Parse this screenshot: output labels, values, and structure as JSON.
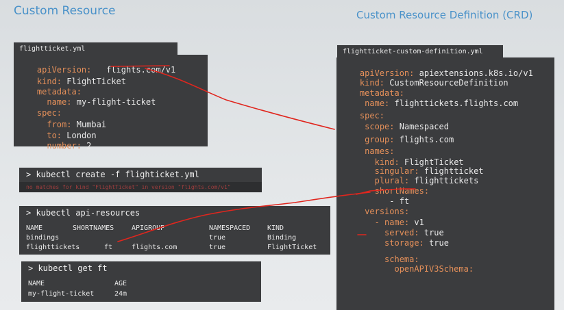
{
  "headings": {
    "custom_resource": "Custom Resource",
    "crd": "Custom Resource Definition (CRD)"
  },
  "flightticket_yml": {
    "filename": "flightticket.yml",
    "lines": [
      {
        "key": "apiVersion:",
        "value": "flights.com/v1"
      },
      {
        "key": "kind:",
        "value": "FlightTicket"
      },
      {
        "key": "metadata:",
        "value": ""
      },
      {
        "key": "name:",
        "value": "my-flight-ticket"
      },
      {
        "key": "spec:",
        "value": ""
      },
      {
        "key": "from:",
        "value": "Mumbai"
      },
      {
        "key": "to:",
        "value": "London"
      },
      {
        "key": "number:",
        "value": "2"
      }
    ]
  },
  "create_cmd": {
    "command": "> kubectl create -f flighticket.yml",
    "error": "no matches for kind \"FlightTicket\" in version \"flights.com/v1\""
  },
  "api_resources": {
    "command": "> kubectl api-resources",
    "headers": [
      "NAME",
      "SHORTNAMES",
      "APIGROUP",
      "NAMESPACED",
      "KIND"
    ],
    "rows": [
      [
        "bindings",
        "",
        "",
        "true",
        "Binding"
      ],
      [
        "flighttickets",
        "ft",
        "flights.com",
        "true",
        "FlightTicket"
      ]
    ]
  },
  "get_ft": {
    "command": "> kubectl get ft",
    "headers": [
      "NAME",
      "AGE"
    ],
    "rows": [
      [
        "my-flight-ticket",
        "24m"
      ]
    ]
  },
  "crd_yml": {
    "filename": "flightticket-custom-definition.yml",
    "lines": [
      {
        "key": "apiVersion:",
        "value": "apiextensions.k8s.io/v1"
      },
      {
        "key": "kind:",
        "value": "CustomResourceDefinition"
      },
      {
        "key": "metadata:",
        "value": ""
      },
      {
        "key": "name:",
        "value": "flighttickets.flights.com"
      },
      {
        "key": "spec:",
        "value": ""
      },
      {
        "key": "scope:",
        "value": "Namespaced"
      },
      {
        "key": "group:",
        "value": "flights.com"
      },
      {
        "key": "names:",
        "value": ""
      },
      {
        "key": "kind:",
        "value": "FlightTicket"
      },
      {
        "key": "singular:",
        "value": "flightticket"
      },
      {
        "key": "plural:",
        "value": "flighttickets"
      },
      {
        "key": "shortNames:",
        "value": ""
      },
      {
        "key": "",
        "value": "- ft"
      },
      {
        "key": "versions:",
        "value": ""
      },
      {
        "key": "- name:",
        "value": "v1"
      },
      {
        "key": "served:",
        "value": "true"
      },
      {
        "key": "storage:",
        "value": "true"
      },
      {
        "key": "schema:",
        "value": ""
      },
      {
        "key": "openAPIV3Schema:",
        "value": ""
      }
    ]
  },
  "annotation_color": "#e0261e"
}
